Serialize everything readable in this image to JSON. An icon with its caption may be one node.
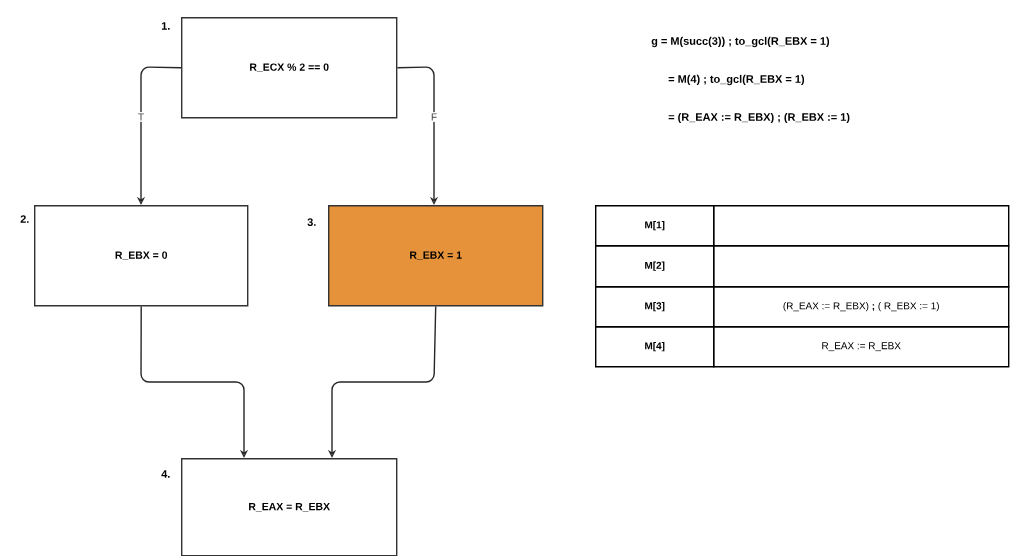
{
  "diagram": {
    "nodes": [
      {
        "text": [
          "1.",
          "R_ECX % 2 == 0"
        ]
      },
      {
        "text": [
          "2.",
          "R_EBX = 0"
        ]
      },
      {
        "text": [
          "3.",
          "R_EBX = 1"
        ]
      },
      {
        "text": [
          "4.",
          "R_EAX = R_EBX"
        ]
      }
    ],
    "edges": [
      {
        "from": 0,
        "to": 1,
        "arrow": "to",
        "label": "T"
      },
      {
        "from": 0,
        "to": 2,
        "arrow": "to",
        "label": "F"
      },
      {
        "from": 1,
        "to": 3,
        "arrow": "to"
      },
      {
        "from": 2,
        "to": 3,
        "arrow": "to"
      }
    ],
    "labels": [
      "g = M(succ(3)) ; to_gcl(R_EBX = 1)",
      "= M(4) ; to_gcl(R_EBX = 1)",
      "= (R_EAX := R_EBX) ; (R_EBX := 1)",
      "M[1]",
      "M[2]",
      "M[3]",
      "(R_EAX := R_EBX) **;** ( R_EBX := 1)",
      "M[4]",
      "R_EAX := R_EBX"
    ]
  }
}
